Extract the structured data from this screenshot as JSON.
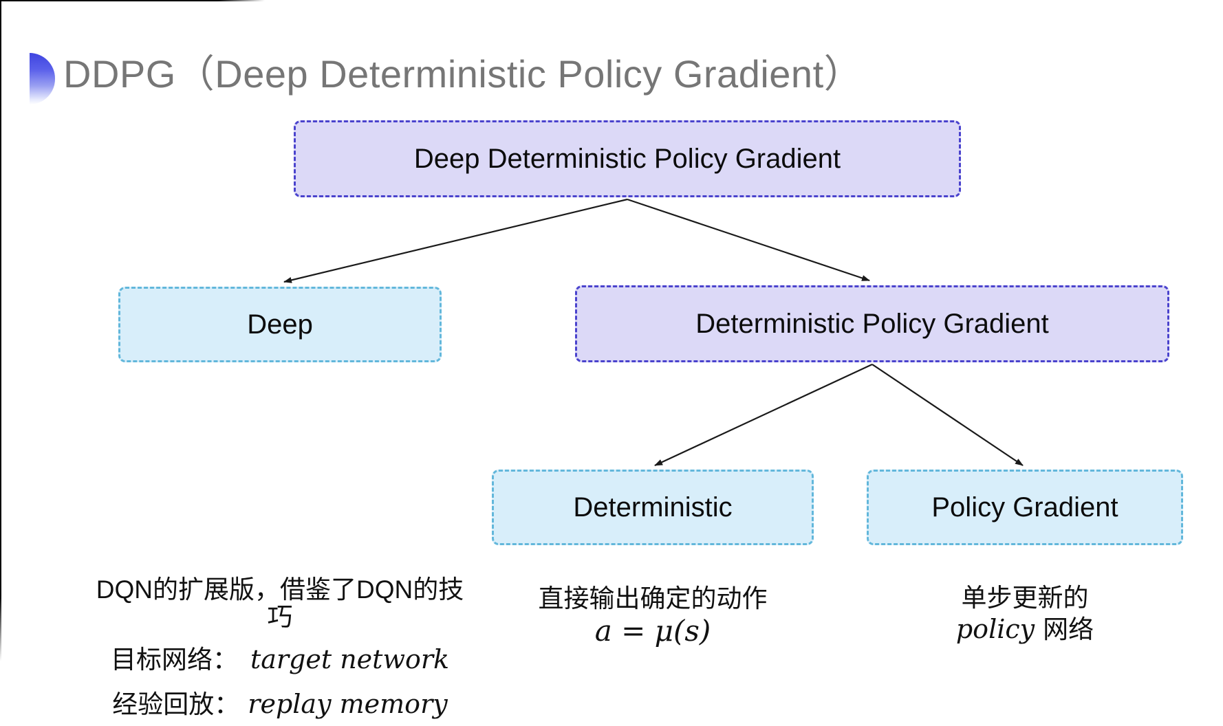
{
  "header": {
    "title": "DDPG（Deep Deterministic Policy Gradient）"
  },
  "tree": {
    "nodes": {
      "root": {
        "label": "Deep Deterministic Policy Gradient"
      },
      "deep": {
        "label": "Deep"
      },
      "dpg": {
        "label": "Deterministic Policy Gradient"
      },
      "deterministic": {
        "label": "Deterministic"
      },
      "policy_gradient": {
        "label": "Policy Gradient"
      }
    }
  },
  "notes": {
    "deep": {
      "line1": "DQN的扩展版，借鉴了DQN的技巧",
      "target_label": "目标网络：",
      "target_value": "target network",
      "replay_label": "经验回放：",
      "replay_value": "replay memory"
    },
    "deterministic": {
      "line1": "直接输出确定的动作",
      "formula": "a = μ(s)"
    },
    "policy_gradient": {
      "line1": "单步更新的",
      "line2_en": "policy",
      "line2_zh": "网络"
    }
  },
  "colors": {
    "purple_fill": "#dcd9f7",
    "purple_border": "#4a43cd",
    "cyan_fill": "#d8eefa",
    "cyan_border": "#62b7db",
    "title_text": "#767676",
    "arrow": "#1a1a1a",
    "icon_blue": "#3f45e0"
  }
}
